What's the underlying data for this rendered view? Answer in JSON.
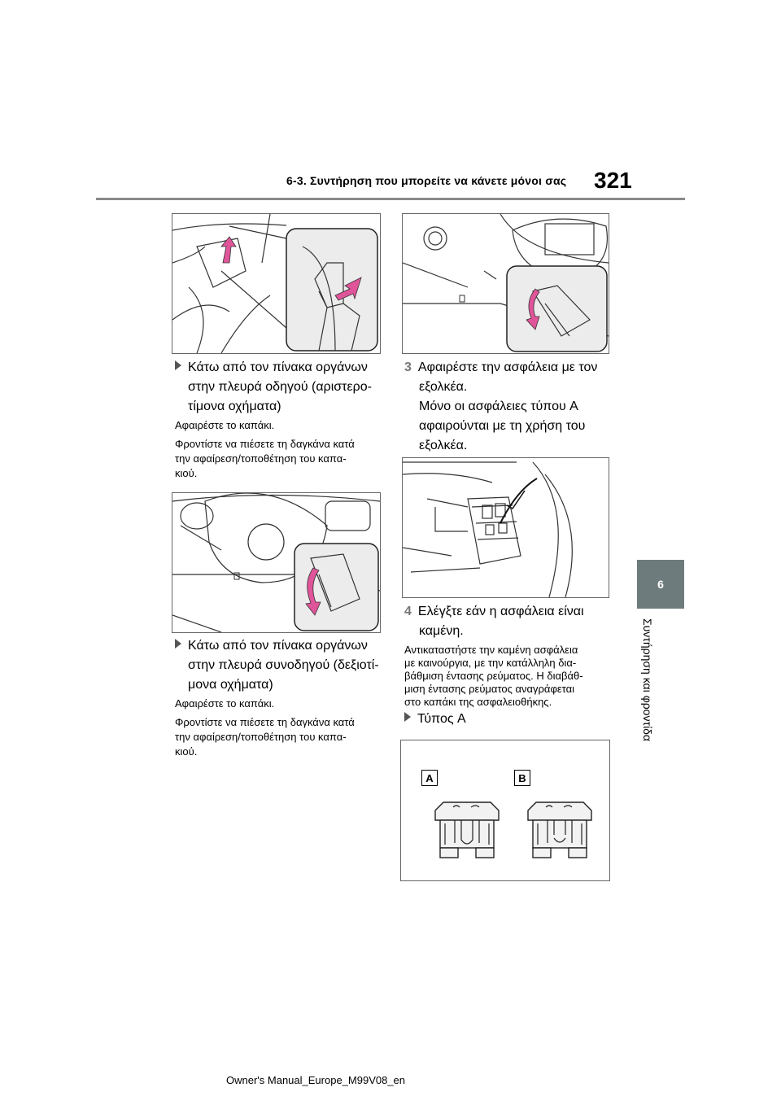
{
  "header": {
    "section_title": "6-3. Συντήρηση που μπορείτε να κάνετε μόνοι σας",
    "page_number": "321"
  },
  "side_tab": {
    "chapter_number": "6",
    "chapter_label": "Συντήρηση και φροντίδα"
  },
  "left_column": {
    "item1": {
      "heading": "Κάτω από τον πίνακα οργάνων στην πλευρά οδηγού (αριστερο-τίμονα οχήματα)",
      "heading_lines": [
        "Κάτω από τον πίνακα οργάνων",
        "στην πλευρά οδηγού (αριστερο-",
        "τίμονα οχήματα)"
      ],
      "text1": "Αφαιρέστε το καπάκι.",
      "text2_lines": [
        "Φροντίστε να πιέσετε τη δαγκάνα κατά",
        "την αφαίρεση/τοποθέτηση του καπα-",
        "κιού."
      ]
    },
    "item2": {
      "heading_lines": [
        "Κάτω από τον πίνακα οργάνων",
        "στην πλευρά συνοδηγού (δεξιοτί-",
        "μονα οχήματα)"
      ],
      "text1": "Αφαιρέστε το καπάκι.",
      "text2_lines": [
        "Φροντίστε να πιέσετε τη δαγκάνα κατά",
        "την αφαίρεση/τοποθέτηση του καπα-",
        "κιού."
      ]
    }
  },
  "right_column": {
    "step3": {
      "number": "3",
      "lines": [
        "Αφαιρέστε την ασφάλεια με τον",
        "εξολκέα.",
        "Μόνο οι ασφάλειες τύπου A",
        "αφαιρούνται με τη χρήση του",
        "εξολκέα."
      ]
    },
    "step4": {
      "number": "4",
      "lines": [
        "Ελέγξτε εάν η ασφάλεια είναι",
        "καμένη."
      ],
      "text_lines": [
        "Αντικαταστήστε την καμένη ασφάλεια",
        "με καινούργια, με την κατάλληλη δια-",
        "βάθμιση έντασης ρεύματος. Η διαβάθ-",
        "μιση έντασης ρεύματος αναγράφεται",
        "στο καπάκι της ασφαλειοθήκης."
      ]
    },
    "type_a": {
      "label": "Τύπος A"
    },
    "fuse_labels": [
      "A",
      "B"
    ]
  },
  "footer": {
    "text": "Owner's Manual_Europe_M99V08_en"
  },
  "colors": {
    "accent_arrow": "#e0559a",
    "tab_bg": "#6e7b7d",
    "rule": "#8a8a8a"
  }
}
